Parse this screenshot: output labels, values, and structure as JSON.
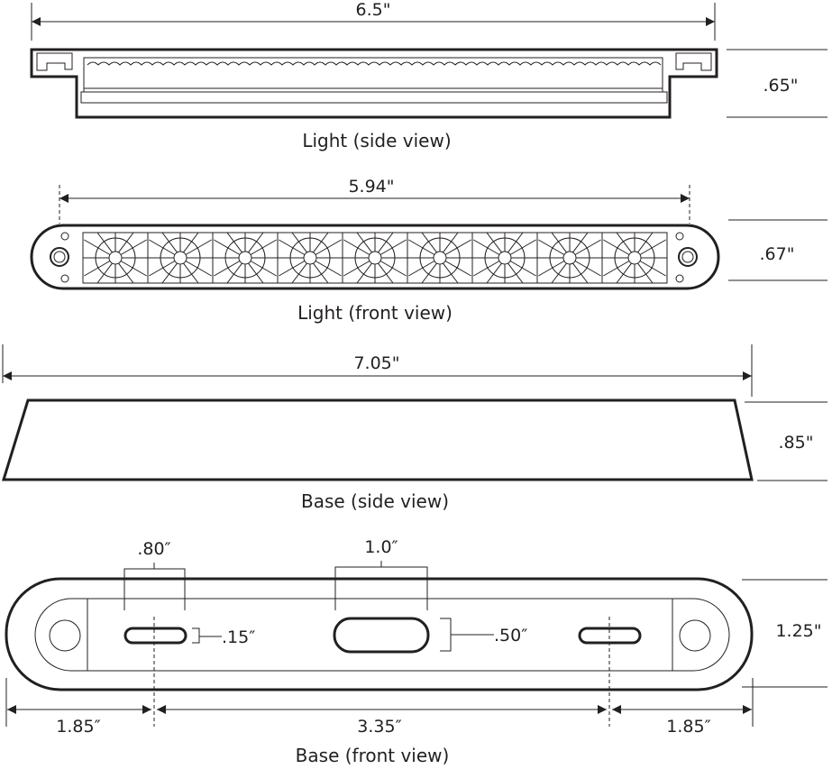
{
  "views": {
    "side_light": {
      "caption": "Light (side view)",
      "width_label": "6.5\"",
      "height_label": ".65\""
    },
    "front_light": {
      "caption": "Light (front view)",
      "width_label": "5.94\"",
      "height_label": ".67\""
    },
    "side_base": {
      "caption": "Base (side view)",
      "width_label": "7.05\"",
      "height_label": ".85\""
    },
    "front_base": {
      "caption": "Base (front view)",
      "slot_width_label": ".80″",
      "center_slot_width_label": "1.0″",
      "slot_height_label": ".15″",
      "center_slot_height_label": ".50″",
      "height_label": "1.25\"",
      "left_offset_label": "1.85″",
      "middle_span_label": "3.35″",
      "right_offset_label": "1.85″"
    }
  },
  "colors": {
    "line": "#231f20",
    "background": "#ffffff"
  }
}
